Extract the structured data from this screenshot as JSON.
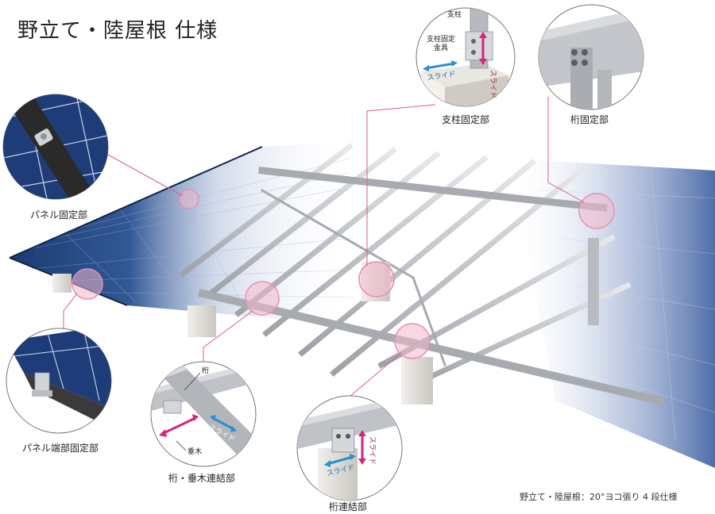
{
  "title": "野立て・陸屋根 仕様",
  "callouts": {
    "panel_fix": {
      "label": "パネル固定部"
    },
    "panel_edge_fix": {
      "label": "パネル端部固定部"
    },
    "post_fix": {
      "label": "支柱固定部",
      "post": "支柱",
      "bracket_line1": "支柱固定",
      "bracket_line2": "金具",
      "slide_h": "スライド",
      "slide_v": "スライド"
    },
    "girder_fix": {
      "label": "桁固定部"
    },
    "girder_rafter_joint": {
      "label": "桁・垂木連結部",
      "girder": "桁",
      "rafter": "垂木",
      "slide_left": "スライド",
      "slide_right": "スライド"
    },
    "girder_joint": {
      "label": "桁連結部",
      "slide_h": "スライド",
      "slide_v": "スライド"
    }
  },
  "footnote": "野立て・陸屋根：20°ヨコ張り 4 段仕様",
  "colors": {
    "panel_blue": "#1f3f78",
    "frame_silver": "#b9bcc0",
    "highlight_pink": "#e98fb1",
    "leader_pink": "#e05a8c",
    "slide_blue": "#2b8fd6",
    "slide_magenta": "#d6267b"
  }
}
